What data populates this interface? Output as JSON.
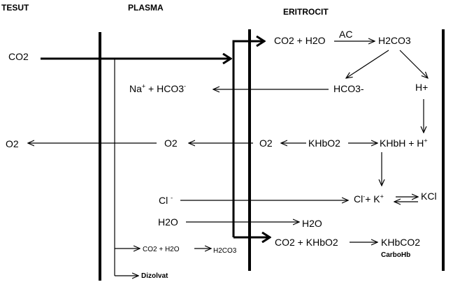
{
  "columns": {
    "tesut": "TESUT",
    "plasma": "PLASMA",
    "eritrocit": "ERITROCIT"
  },
  "labels": {
    "co2_tissue": "CO2",
    "co2_h2o_rbc": "CO2 + H2O",
    "ac": "AC",
    "h2co3_rbc": "H2CO3",
    "hco3_rbc": "HCO3-",
    "h_plus": "H+",
    "na_hco3_pre": "Na",
    "na_hco3_sup": "+",
    "na_hco3_mid": " + HCO3",
    "na_hco3_sup2": "-",
    "o2_tissue": "O2",
    "o2_plasma": "O2",
    "o2_rbc": "O2",
    "khbo2": "KHbO2",
    "khbh_pre": "KHbH + H",
    "khbh_sup": "+",
    "cl_plasma_pre": "Cl",
    "cl_plasma_sup": "-",
    "cl_rbc_pre": "Cl",
    "cl_rbc_sup": "-",
    "k_pre": "+  K",
    "k_sup": "+",
    "kcl": "KCl",
    "h2o_plasma": "H2O",
    "h2o_rbc": "H2O",
    "co2_khbo2": "CO2 + KHbO2",
    "khbco2": "KHbCO2",
    "carbohb": "CarboHb",
    "co2_h2o_plasma": "CO2 + H2O",
    "h2co3_plasma": "H2CO3",
    "dizolvat": "Dizolvat"
  }
}
